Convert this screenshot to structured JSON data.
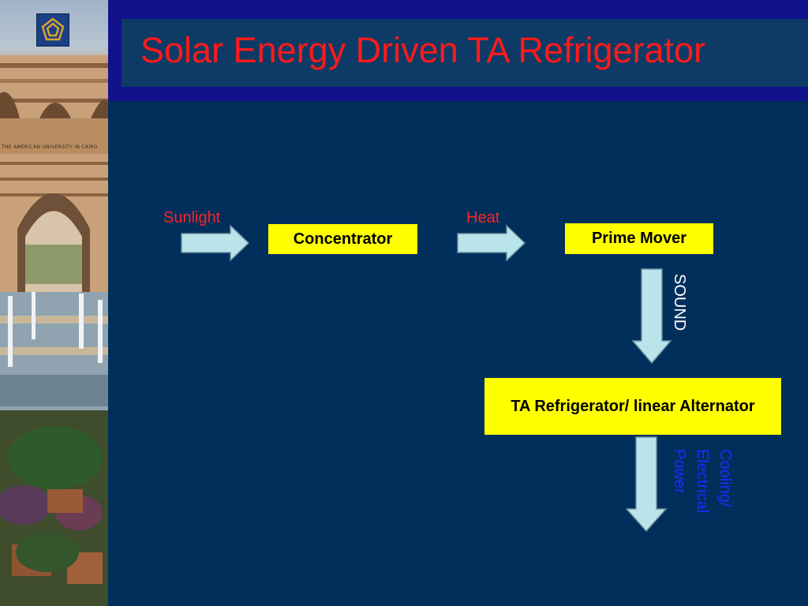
{
  "slide": {
    "title": "Solar Energy Driven TA Refrigerator",
    "photo_caption": "THE  AMERICAN UNIVERSITY IN CAIRO"
  },
  "diagram": {
    "labels": {
      "sunlight": "Sunlight",
      "heat": "Heat",
      "sound": "SOUND",
      "output": "Cooling/ Electrical Power"
    },
    "boxes": {
      "concentrator": "Concentrator",
      "prime_mover": "Prime Mover",
      "refrigerator": "TA Refrigerator/ linear Alternator"
    }
  },
  "colors": {
    "background": "#002f5c",
    "title_band": "#12128c",
    "title_text": "#ff1a1a",
    "box_fill": "#ffff00",
    "arrow_fill": "#b9e4ea",
    "input_label": "#ff2222",
    "sound_label": "#ffffff",
    "output_label": "#1a2bff"
  }
}
